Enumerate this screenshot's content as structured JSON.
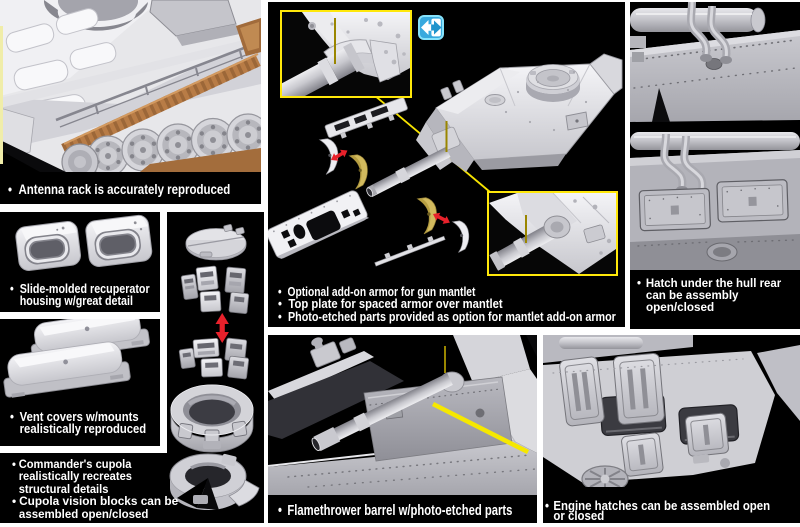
{
  "glyphs": {
    "bullet": "•"
  },
  "colors": {
    "page_bg": "#ffffff",
    "panel_bg": "#000000",
    "caption_text": "#ffffff",
    "inset_border": "#ffe80a",
    "leader_line_yellow": "#f7e400",
    "photoetch_highlight_yellow": "#f6e800",
    "armor_part_yellow": "#d2ba5e",
    "arrow_red": "#e8212b",
    "icon_blue": "#38a9de",
    "track_tan": "#b87c46",
    "pin_olive": "#9a8600",
    "render_grey_light": "#e9e9ec",
    "render_grey_mid": "#c6c6cc",
    "left_edge_sliver": "#f0eda9"
  },
  "panels": {
    "antenna_rack": {
      "lines": [
        "Antenna rack is accurately reproduced"
      ]
    },
    "recuperator": {
      "lines": [
        "Slide-molded recuperator",
        "housing w/great detail"
      ]
    },
    "vent_covers": {
      "lines": [
        "Vent covers w/mounts",
        "realistically reproduced"
      ]
    },
    "cupola": {
      "lines": [
        "Commander's cupola",
        "realistically recreates",
        "structural details",
        "Cupola vision blocks can be",
        "assembled open/closed"
      ]
    },
    "mantlet_armor": {
      "lines": [
        "Optional add-on armor for gun mantlet",
        "Top plate for spaced armor over mantlet",
        "Photo-etched parts provided as option for mantlet add-on armor"
      ]
    },
    "hull_rear_hatch": {
      "lines": [
        "Hatch under the hull rear",
        "can be assembly",
        "open/closed"
      ]
    },
    "flamethrower": {
      "lines": [
        "Flamethrower barrel w/photo-etched parts"
      ]
    },
    "engine_hatches": {
      "lines": [
        "Engine hatches can be assembled open",
        "or closed"
      ]
    }
  }
}
